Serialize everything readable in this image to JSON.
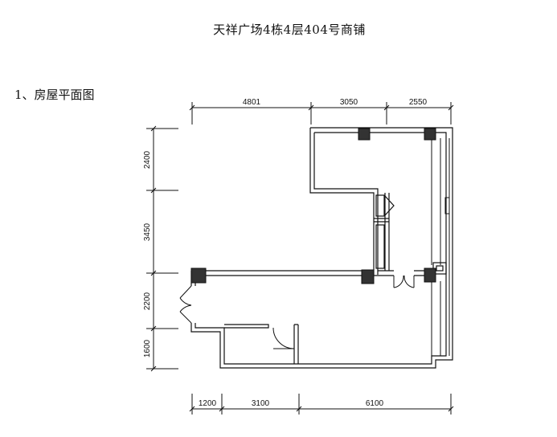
{
  "header": {
    "title": "天祥广场4栋4层404号商铺"
  },
  "section": {
    "label": "1、房屋平面图"
  },
  "dimensions": {
    "top": [
      "4801",
      "3050",
      "2550"
    ],
    "left": [
      "2400",
      "3450",
      "2200",
      "1600"
    ],
    "bottom": [
      "1200",
      "3100",
      "6100"
    ]
  },
  "colors": {
    "wall": "#111111",
    "column": "#333333",
    "background": "#ffffff"
  }
}
